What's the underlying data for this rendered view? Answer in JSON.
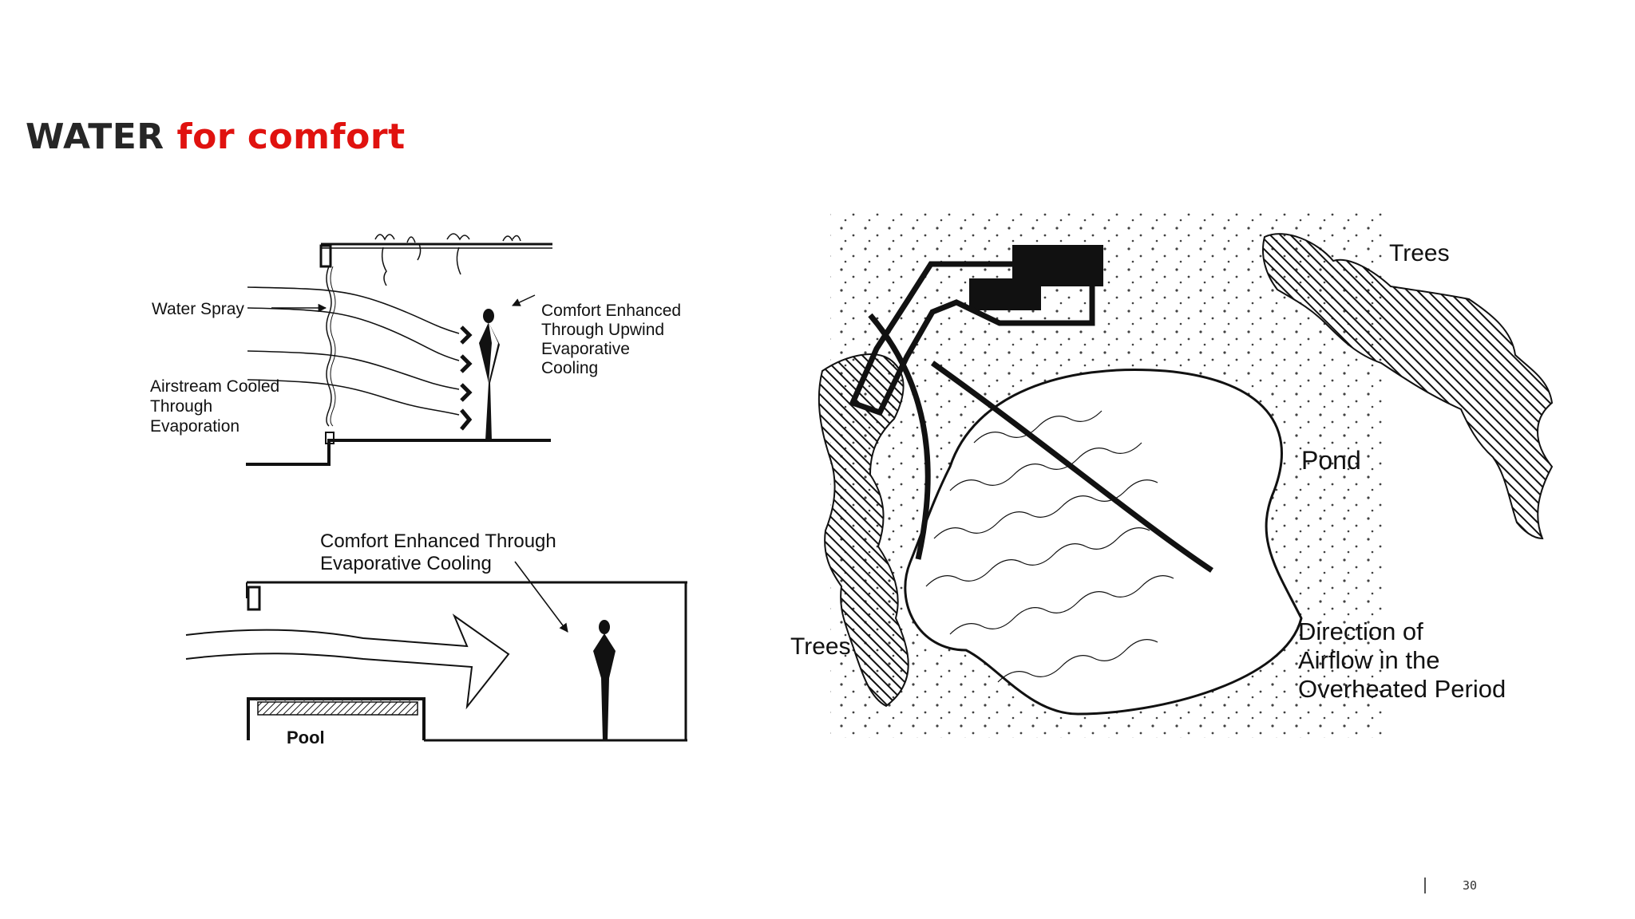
{
  "title": {
    "main": "WATER",
    "accent": "for comfort"
  },
  "colors": {
    "accent": "#e0120f",
    "title": "#262626",
    "ink": "#111111"
  },
  "top_diagram": {
    "water_spray": "Water Spray",
    "airstream": [
      "Airstream Cooled",
      "Through",
      "Evaporation"
    ],
    "comfort": [
      "Comfort Enhanced",
      "Through Upwind",
      "Evaporative",
      "Cooling"
    ]
  },
  "bottom_diagram": {
    "comfort": [
      "Comfort Enhanced Through",
      "Evaporative Cooling"
    ],
    "pool": "Pool"
  },
  "site_plan": {
    "trees_top": "Trees",
    "trees_left": "Trees",
    "pond": "Pond",
    "airflow": [
      "Direction of",
      "Airflow in the",
      "Overheated Period"
    ]
  },
  "page_number": "30"
}
